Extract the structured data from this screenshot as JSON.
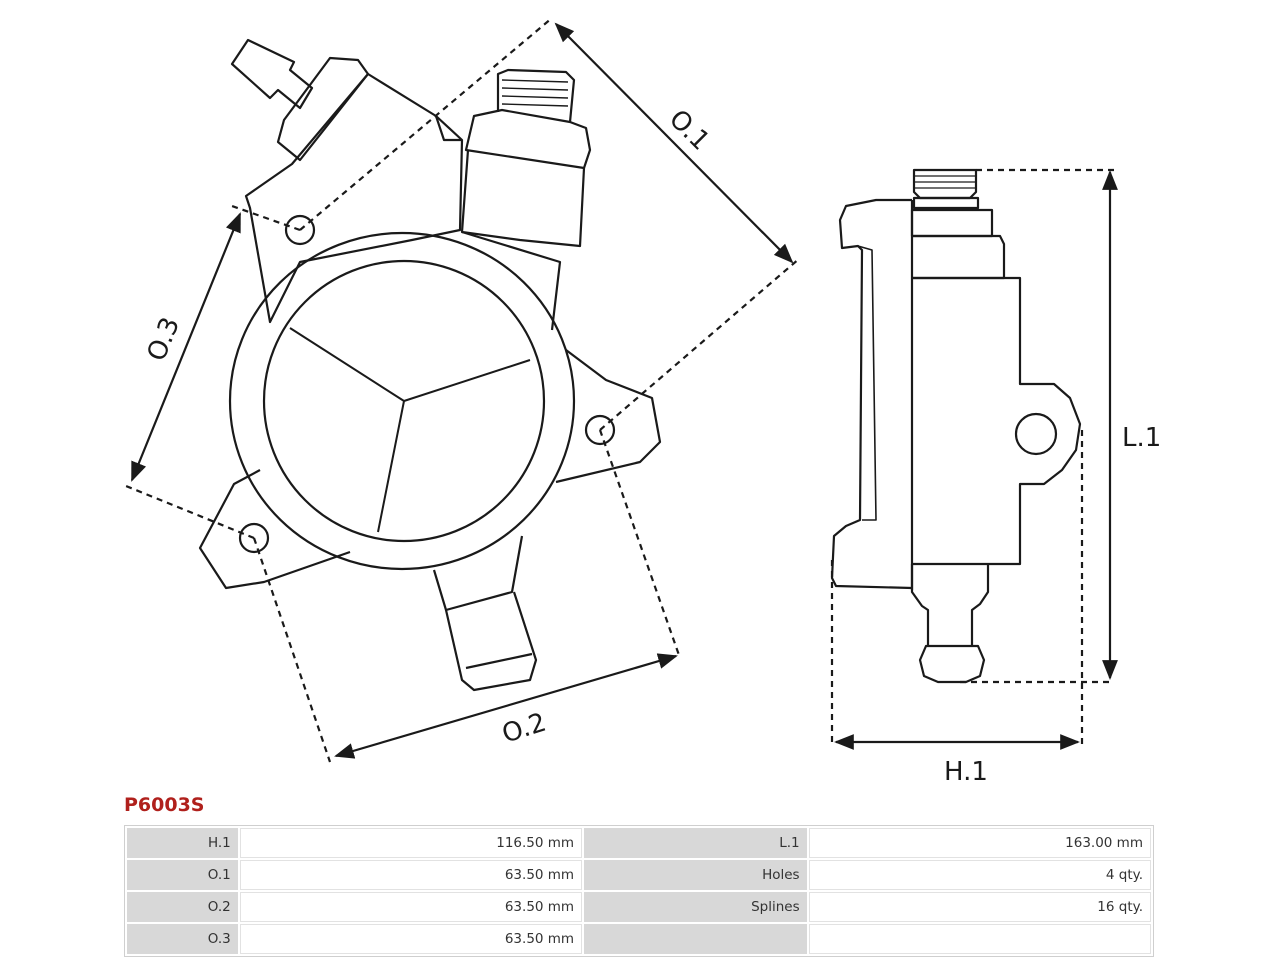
{
  "drawing": {
    "labels": {
      "o1": "O.1",
      "o2": "O.2",
      "o3": "O.3",
      "l1": "L.1",
      "h1": "H.1"
    }
  },
  "part": {
    "title": "P6003S"
  },
  "specs": {
    "rows": [
      {
        "k1": "H.1",
        "v1": "116.50 mm",
        "k2": "L.1",
        "v2": "163.00 mm"
      },
      {
        "k1": "O.1",
        "v1": "63.50 mm",
        "k2": "Holes",
        "v2": "4 qty."
      },
      {
        "k1": "O.2",
        "v1": "63.50 mm",
        "k2": "Splines",
        "v2": "16  qty."
      },
      {
        "k1": "O.3",
        "v1": "63.50 mm",
        "k2": "",
        "v2": ""
      }
    ]
  }
}
